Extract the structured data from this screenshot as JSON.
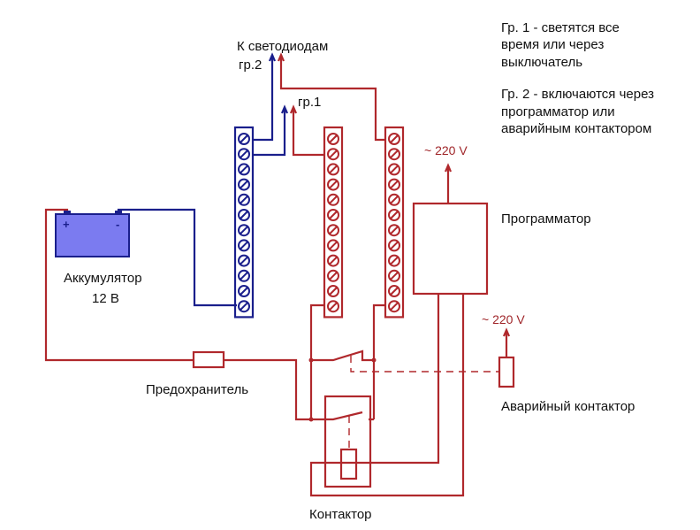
{
  "title": "Схема подключения светодиодов",
  "colors": {
    "red": "#b0282c",
    "blue": "#1a1f8c",
    "battery_fill": "#7b7bf0",
    "text": "#111111",
    "voltage": "#a0262a"
  },
  "notes": {
    "group1": [
      "Гр. 1  - светятся все",
      "время или через",
      "выключатель"
    ],
    "group2": [
      "Гр. 2 - включаются через",
      "программатор или",
      "аварийным контактором"
    ]
  },
  "labels": {
    "to_leds": "К светодиодам",
    "gr2": "гр.2",
    "gr1": "гр.1",
    "voltage_programmer": "~ 220 V",
    "voltage_emergency": "~ 220 V",
    "programmer": "Программатор",
    "battery_name": "Аккумулятор",
    "battery_voltage": "12 В",
    "battery_plus": "+",
    "battery_minus": "-",
    "fuse": "Предохранитель",
    "emergency_contactor": "Аварийный контактор",
    "contactor": "Контактор"
  },
  "terminal_blocks": [
    {
      "name": "terminal-block-blue",
      "color": "blue",
      "terminals": 12
    },
    {
      "name": "terminal-block-red-1",
      "color": "red",
      "terminals": 12
    },
    {
      "name": "terminal-block-red-2",
      "color": "red",
      "terminals": 12
    }
  ]
}
